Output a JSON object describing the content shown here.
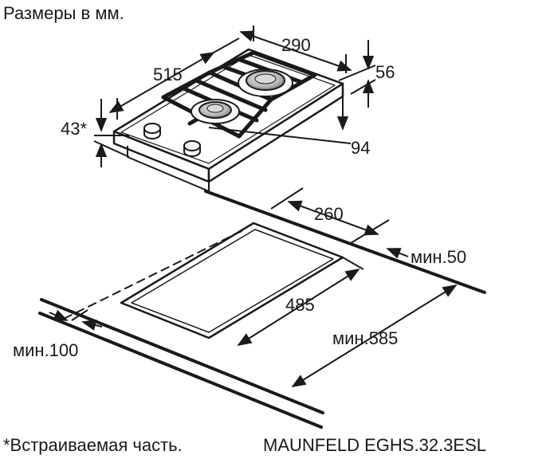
{
  "header": {
    "title": "Размеры в мм."
  },
  "hob": {
    "dim_width": "290",
    "dim_depth": "515",
    "dim_height_top": "56",
    "dim_built_in": "43*",
    "dim_total_height": "94"
  },
  "cutout": {
    "dim_width": "260",
    "dim_depth": "485",
    "dim_min_back": "мин.50",
    "dim_min_front": "мин.100",
    "dim_min_depth": "мин.585"
  },
  "footer": {
    "note": "*Встраиваемая часть.",
    "model": "MAUNFELD EGHS.32.3ESL"
  },
  "colors": {
    "line": "#1a1a1a",
    "burner_cap": "#b8b8b8",
    "background": "#ffffff"
  }
}
